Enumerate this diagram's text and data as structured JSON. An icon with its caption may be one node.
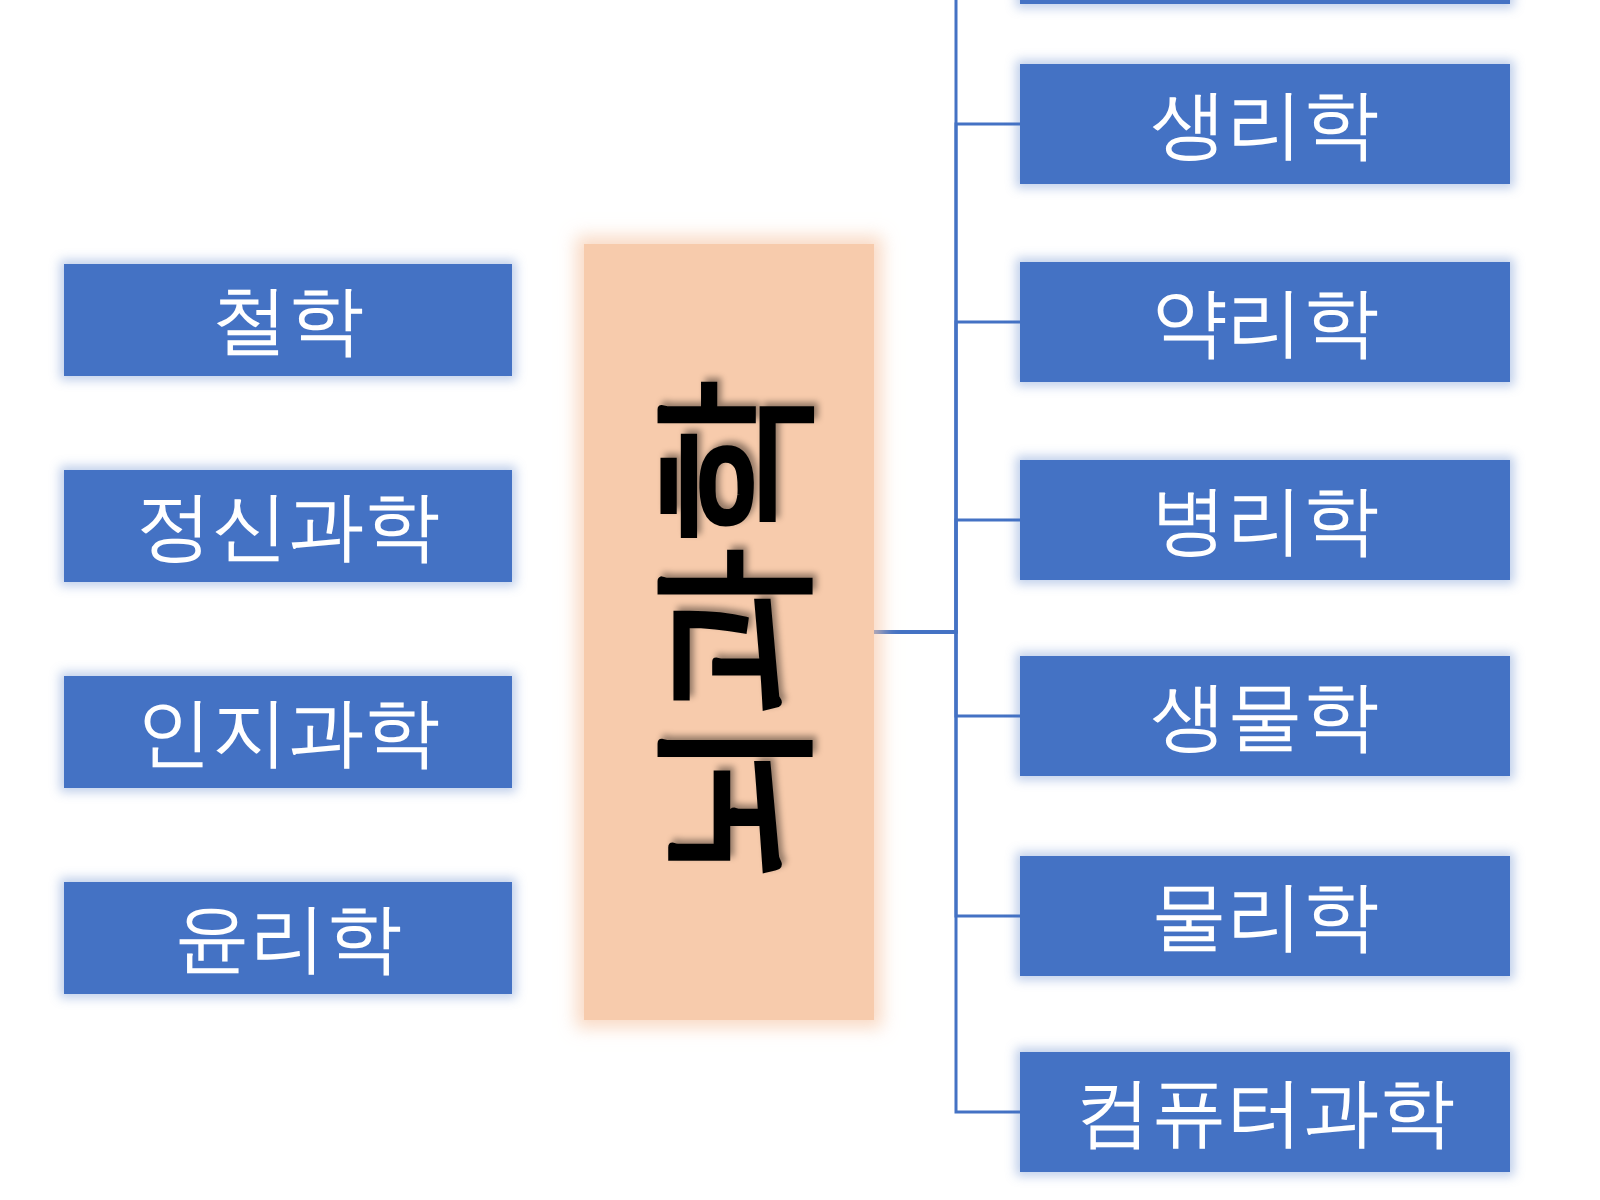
{
  "diagram": {
    "nodes": [
      {
        "text": [
          "철학"
        ]
      },
      {
        "text": [
          "정신과학"
        ]
      },
      {
        "text": [
          "인지과학"
        ]
      },
      {
        "text": [
          "윤리학"
        ]
      },
      {
        "text": [
          "뇌과학"
        ]
      },
      {
        "text": [],
        "shape": "box"
      },
      {
        "text": [
          "생리학"
        ]
      },
      {
        "text": [
          "약리학"
        ]
      },
      {
        "text": [
          "병리학"
        ]
      },
      {
        "text": [
          "생물학"
        ]
      },
      {
        "text": [
          "물리학"
        ]
      },
      {
        "text": [
          "컴퓨터과학"
        ]
      }
    ],
    "edges": [
      {
        "from": 4,
        "to": 5,
        "arrow": "none"
      },
      {
        "from": 4,
        "to": 6,
        "arrow": "none"
      },
      {
        "from": 4,
        "to": 7,
        "arrow": "none"
      },
      {
        "from": 4,
        "to": 8,
        "arrow": "none"
      },
      {
        "from": 4,
        "to": 9,
        "arrow": "none"
      },
      {
        "from": 4,
        "to": 10,
        "arrow": "none"
      },
      {
        "from": 4,
        "to": 11,
        "arrow": "none"
      }
    ]
  }
}
